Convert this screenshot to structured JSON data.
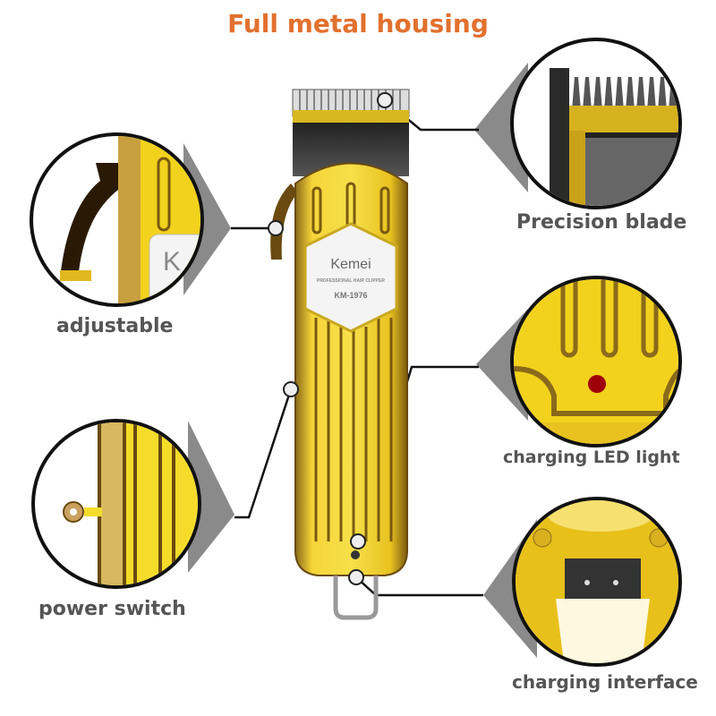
{
  "title": "Full metal housing",
  "product": {
    "brand": "Kemei",
    "subtitle": "PROFESSIONAL HAIR CLIPPER",
    "model": "KM-1976"
  },
  "callouts": [
    {
      "id": "precision-blade",
      "label": "Precision blade"
    },
    {
      "id": "adjustable",
      "label": "adjustable"
    },
    {
      "id": "charging-led",
      "label": "charging LED light"
    },
    {
      "id": "power-switch",
      "label": "power switch"
    },
    {
      "id": "charging-interface",
      "label": "charging interface"
    }
  ],
  "colors": {
    "title": "#e2702e",
    "label": "#555555",
    "gold": "#f2d21c",
    "gold_dark": "#8a6a1a",
    "led": "#a0000a"
  }
}
